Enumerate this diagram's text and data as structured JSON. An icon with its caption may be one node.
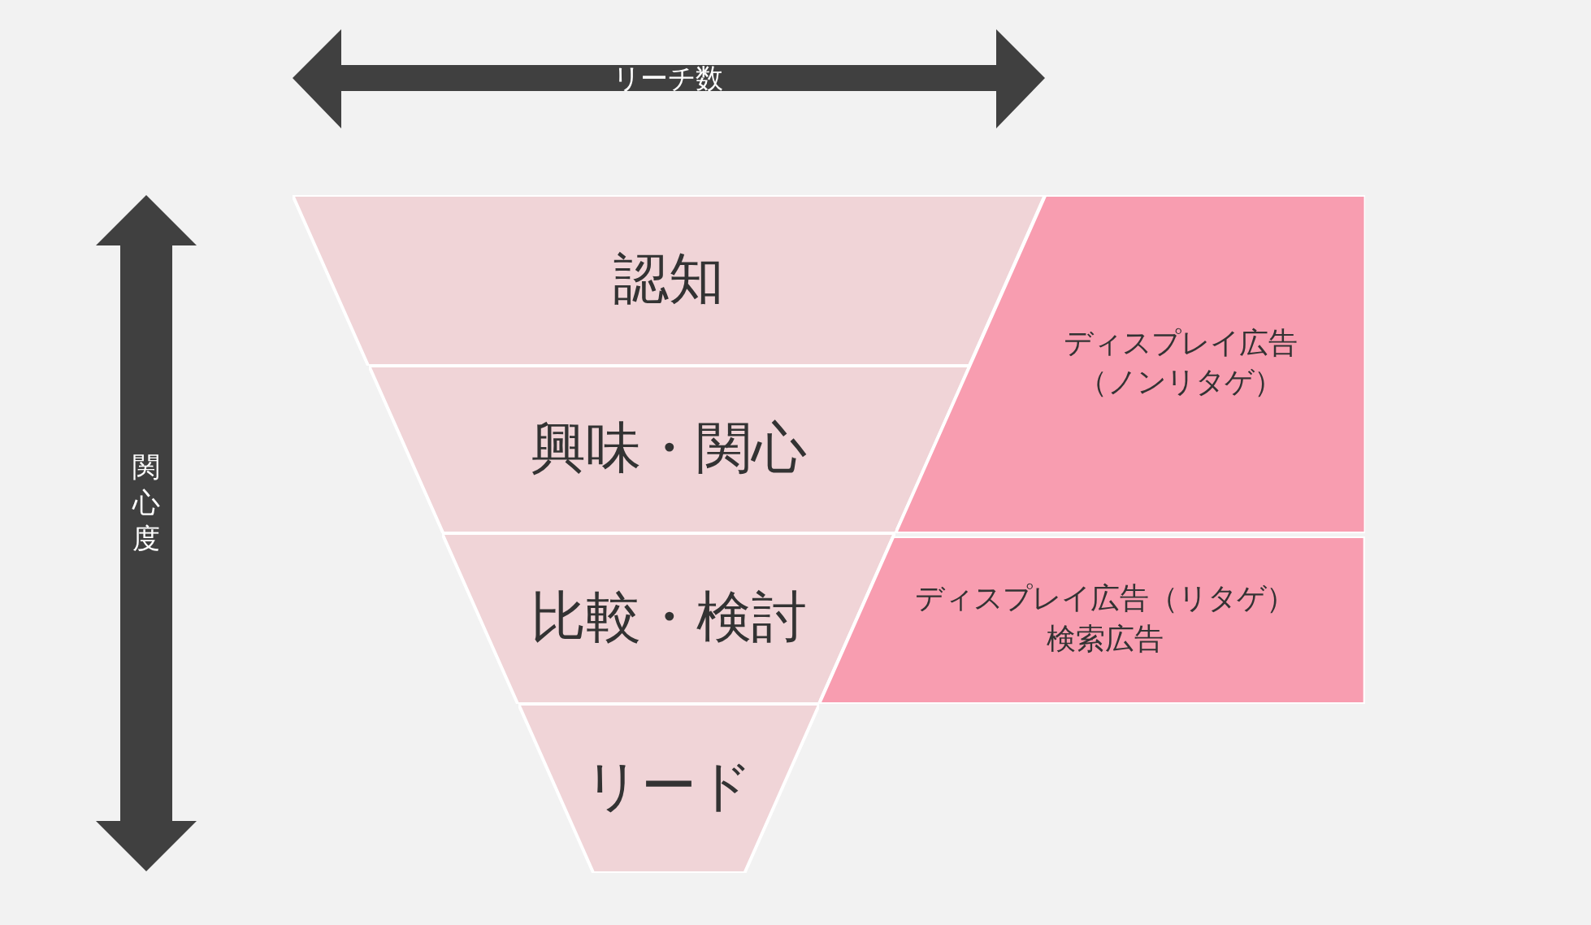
{
  "diagram": {
    "nodes": [
      {
        "text": [
          "認知"
        ]
      },
      {
        "text": [
          "興味・関心"
        ]
      },
      {
        "text": [
          "比較・検討"
        ]
      },
      {
        "text": [
          "リード"
        ]
      },
      {
        "text": [
          "ディスプレイ広告（ノンリタゲ）"
        ]
      },
      {
        "text": [
          "ディスプレイ広告（リタゲ）",
          "検索広告"
        ]
      }
    ],
    "edges": [],
    "labels": [
      "リーチ数",
      "関心度"
    ]
  }
}
